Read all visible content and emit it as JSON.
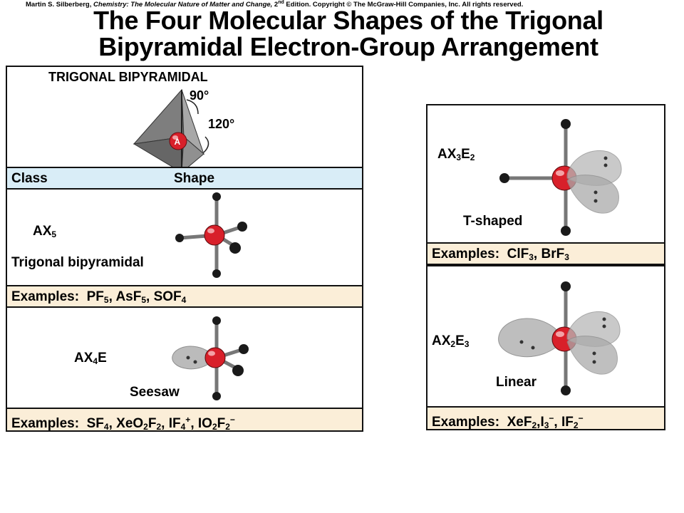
{
  "credit": {
    "author": "Martin S. Silberberg, ",
    "book": "Chemistry: The Molecular Nature of Matter and Change,",
    "edition_num": " 2",
    "edition_sup": "nd",
    "rest": " Edition.  Copyright © The McGraw-Hill Companies, Inc. All rights reserved."
  },
  "title": {
    "line1": "The Four Molecular Shapes of the Trigonal",
    "line2": "Bipyramidal Electron-Group Arrangement"
  },
  "header_panel": {
    "label": "TRIGONAL BIPYRAMIDAL",
    "angle_axial": "90°",
    "angle_equatorial": "120°",
    "central_atom": "A",
    "col_class": "Class",
    "col_shape": "Shape"
  },
  "ax5": {
    "class_main": "AX",
    "class_sub": "5",
    "shape": "Trigonal bipyramidal",
    "examples_label": "Examples:",
    "ex1_main": "PF",
    "ex1_sub": "5",
    "ex2_main": "AsF",
    "ex2_sub": "5",
    "ex3_main": "SOF",
    "ex3_sub": "4",
    "sep": ","
  },
  "ax4e": {
    "class_main": "AX",
    "class_sub": "4",
    "class_tail": "E",
    "shape": "Seesaw",
    "examples_label": "Examples:",
    "ex1_main": "SF",
    "ex1_sub": "4",
    "ex2_a": "XeO",
    "ex2_sub1": "2",
    "ex2_b": "F",
    "ex2_sub2": "2",
    "ex3_main": "IF",
    "ex3_sub": "4",
    "ex3_sup": "+",
    "ex4_a": "IO",
    "ex4_sub1": "2",
    "ex4_b": "F",
    "ex4_sub2": "2",
    "ex4_sup": "−",
    "sep": ","
  },
  "ax3e2": {
    "class_main": "AX",
    "class_sub1": "3",
    "class_mid": "E",
    "class_sub2": "2",
    "shape": "T-shaped",
    "examples_label": "Examples:",
    "ex1_main": "ClF",
    "ex1_sub": "3",
    "ex2_main": "BrF",
    "ex2_sub": "3",
    "sep": ","
  },
  "ax2e3": {
    "class_main": "AX",
    "class_sub1": "2",
    "class_mid": "E",
    "class_sub2": "3",
    "shape": "Linear",
    "examples_label": "Examples:",
    "ex1_main": "XeF",
    "ex1_sub": "2",
    "ex2_main": "I",
    "ex2_sub": "3",
    "ex2_sup": "−",
    "ex3_main": "IF",
    "ex3_sub": "2",
    "ex3_sup": "−",
    "sep": ","
  },
  "colors": {
    "central_atom": "#d8202a",
    "ligand_atom": "#1a1a1a",
    "lone_pair": "#b8b8b8",
    "example_band": "#fbeed8",
    "class_band": "#d9edf7"
  }
}
